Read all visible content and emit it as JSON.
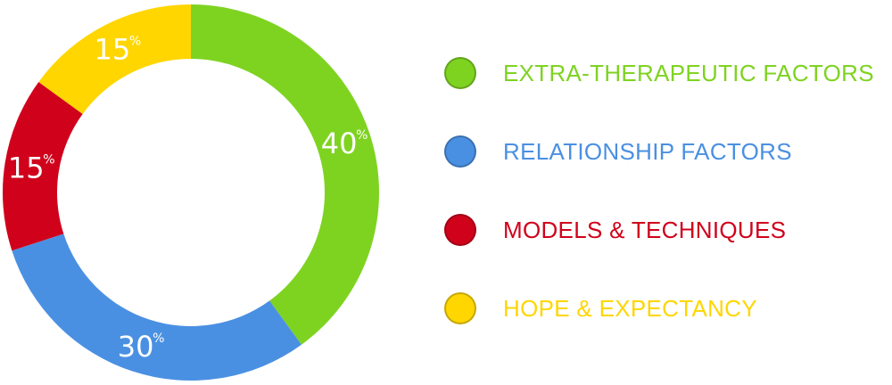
{
  "chart_data": {
    "type": "pie",
    "variant": "donut",
    "title": "",
    "slices": [
      {
        "label": "EXTRA-THERAPEUTIC FACTORS",
        "value": 40,
        "display": "40",
        "unit": "%",
        "color": "#7ED321"
      },
      {
        "label": "RELATIONSHIP FACTORS",
        "value": 30,
        "display": "30",
        "unit": "%",
        "color": "#4A90E2"
      },
      {
        "label": "MODELS & TECHNIQUES",
        "value": 15,
        "display": "15",
        "unit": "%",
        "color": "#D0021B"
      },
      {
        "label": "HOPE & EXPECTANCY",
        "value": 15,
        "display": "15",
        "unit": "%",
        "color": "#FFD600"
      }
    ],
    "start": "top",
    "direction": "clockwise",
    "legend_position": "right"
  }
}
